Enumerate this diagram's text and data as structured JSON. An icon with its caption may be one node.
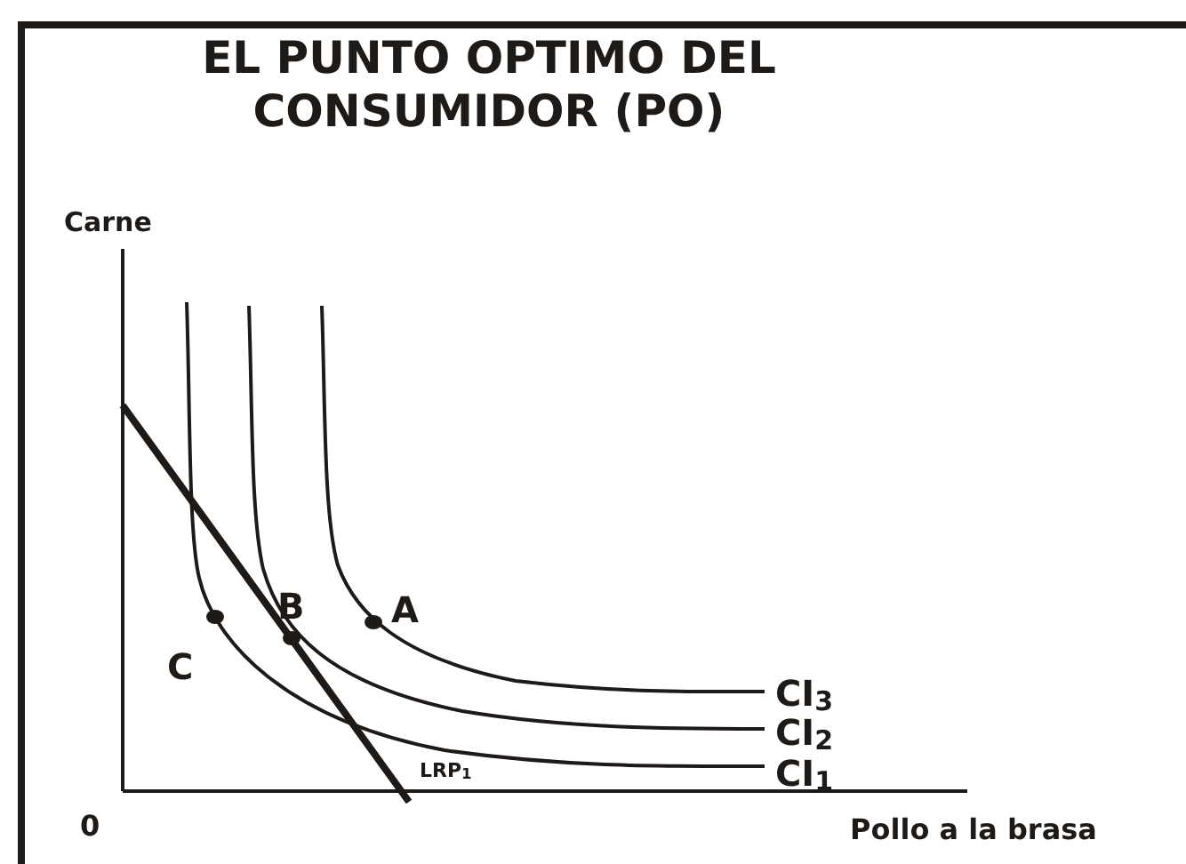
{
  "diagram": {
    "title": "EL PUNTO OPTIMO DEL CONSUMIDOR (PO)",
    "labels": [
      "Carne",
      "B",
      "A",
      "C",
      "CI$_{3}$",
      "CI$_{2}$",
      "CI$_{1}$",
      "LRP$_{1}$",
      "0",
      "Pollo a la brasa"
    ]
  }
}
